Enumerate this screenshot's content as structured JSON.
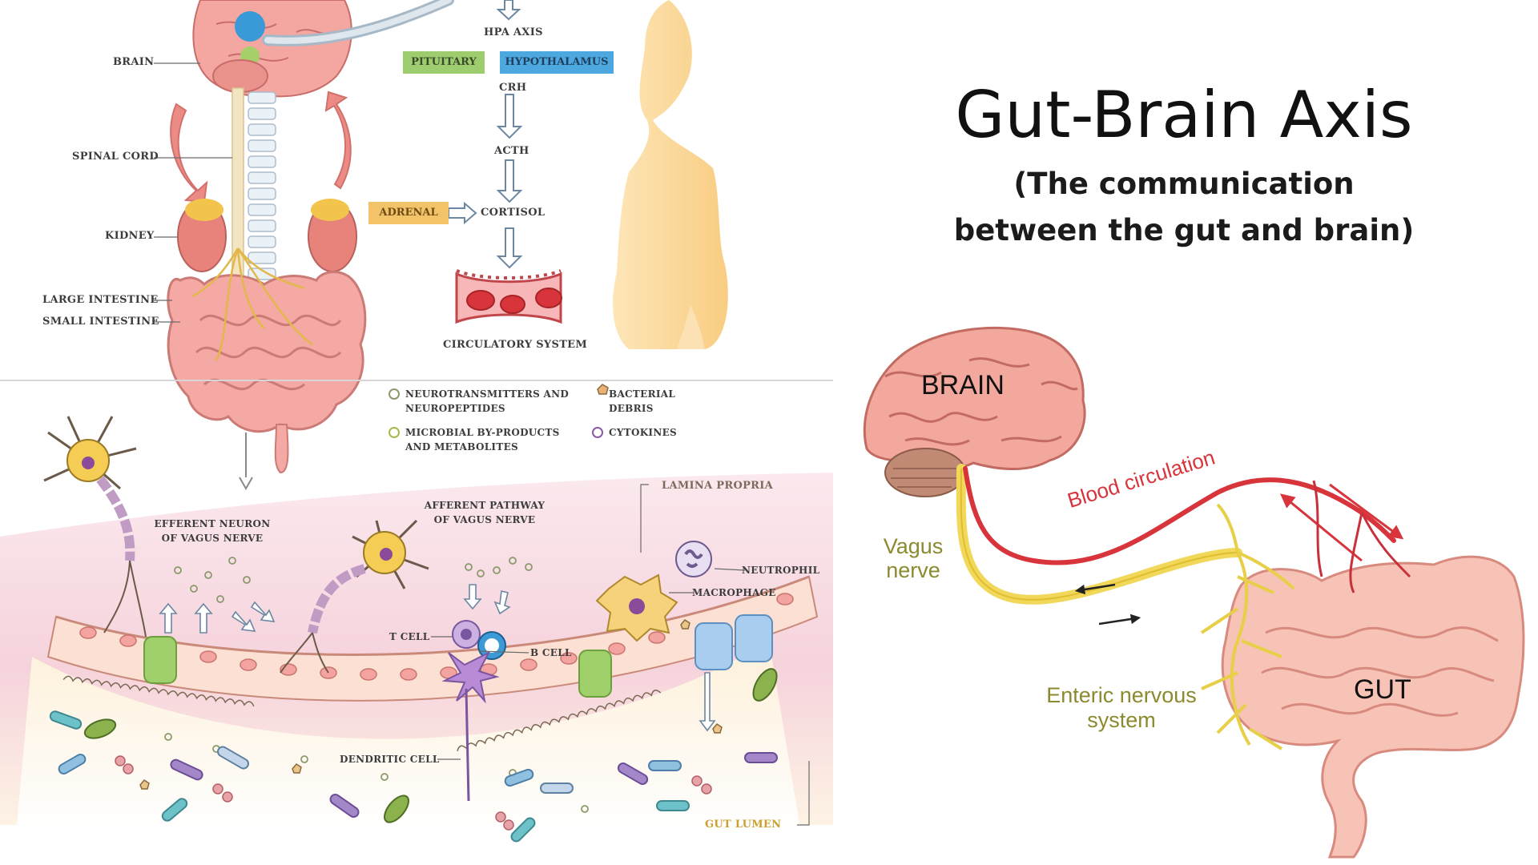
{
  "title": "Gut-Brain Axis",
  "subtitle": {
    "line1": "(The communication",
    "line2": "between the gut and brain)"
  },
  "left_diagram": {
    "body_labels": {
      "brain": "BRAIN",
      "spinal_cord": "SPINAL CORD",
      "kidney": "KIDNEY",
      "large_intestine": "LARGE INTESTINE",
      "small_intestine": "SMALL INTESTINE"
    },
    "hpa": {
      "axis": "HPA AXIS",
      "pituitary": "PITUITARY",
      "hypothalamus": "HYPOTHALAMUS",
      "crh": "CRH",
      "acth": "ACTH",
      "adrenal": "ADRENAL",
      "cortisol": "CORTISOL",
      "circulatory": "CIRCULATORY SYSTEM"
    },
    "legend": {
      "item1_l1": "NEUROTRANSMITTERS AND",
      "item1_l2": "NEUROPEPTIDES",
      "item2_l1": "BACTERIAL",
      "item2_l2": "DEBRIS",
      "item3_l1": "MICROBIAL BY-PRODUCTS",
      "item3_l2": "AND METABOLITES",
      "item4": "CYTOKINES"
    },
    "cell_labels": {
      "efferent_l1": "EFFERENT NEURON",
      "efferent_l2": "OF VAGUS NERVE",
      "afferent_l1": "AFFERENT PATHWAY",
      "afferent_l2": "OF VAGUS NERVE",
      "lamina_propria": "LAMINA PROPRIA",
      "neutrophil": "NEUTROPHIL",
      "macrophage": "MACROPHAGE",
      "t_cell": "T CELL",
      "b_cell": "B CELL",
      "dendritic_cell": "DENDRITIC CELL",
      "gut_lumen": "GUT LUMEN"
    }
  },
  "right_diagram": {
    "brain": "BRAIN",
    "vagus_l1": "Vagus",
    "vagus_l2": "nerve",
    "blood_circulation": "Blood circulation",
    "enteric_l1": "Enteric nervous",
    "enteric_l2": "system",
    "gut": "GUT"
  },
  "colors": {
    "brain_pink": "#f2a7a0",
    "intestine_pink": "#f4a9a4",
    "nerve_yellow": "#f1d85a",
    "blood_red": "#d8343c",
    "pituitary_green": "#9dcd6e",
    "hypothalamus_blue": "#4ca8de",
    "adrenal_orange": "#f3c36a",
    "silhouette": "#f9cf7e"
  }
}
